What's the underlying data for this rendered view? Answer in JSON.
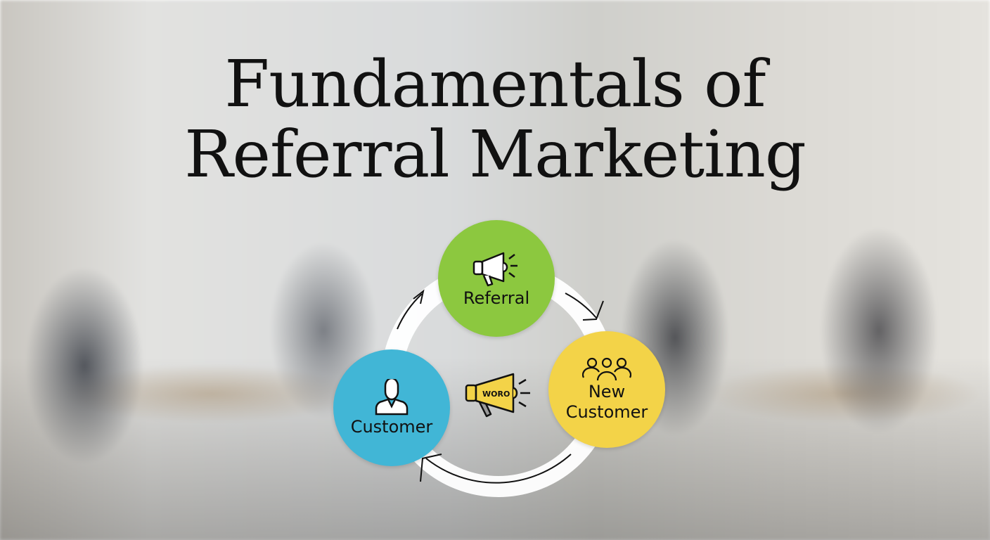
{
  "title": {
    "line1": "Fundamentals of",
    "line2": "Referral Marketing"
  },
  "cycle": {
    "nodes": [
      {
        "label": "Referral",
        "icon": "megaphone-icon",
        "color": "#8cc83f"
      },
      {
        "label": "Customer",
        "icon": "person-icon",
        "color": "#41b6d6"
      },
      {
        "label_line1": "New",
        "label_line2": "Customer",
        "icon": "group-icon",
        "color": "#f3d348"
      }
    ],
    "center": {
      "icon": "word-megaphone-icon",
      "text": "WORO",
      "color": "#f3d348"
    },
    "flow": [
      "Customer",
      "Referral",
      "New Customer",
      "Customer"
    ]
  }
}
